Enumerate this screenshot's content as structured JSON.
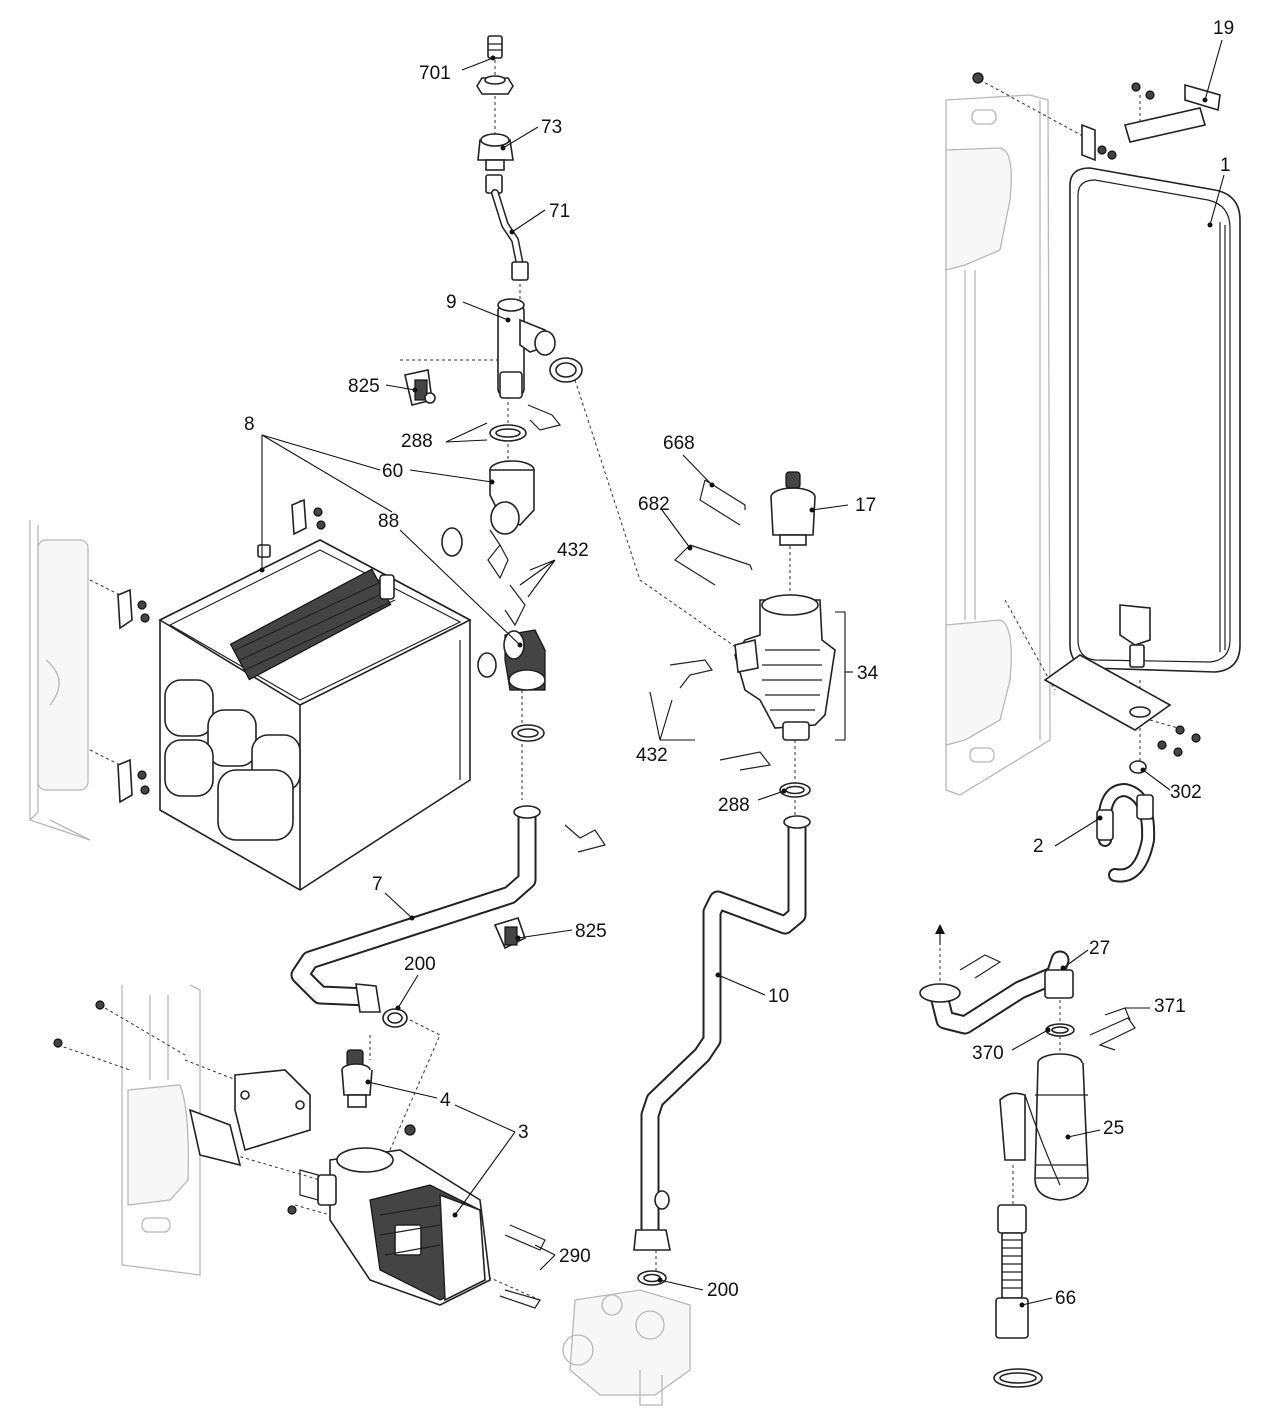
{
  "diagram": {
    "callouts": [
      {
        "id": "c-701",
        "text": "701"
      },
      {
        "id": "c-73",
        "text": "73"
      },
      {
        "id": "c-71",
        "text": "71"
      },
      {
        "id": "c-9",
        "text": "9"
      },
      {
        "id": "c-825a",
        "text": "825"
      },
      {
        "id": "c-288a",
        "text": "288"
      },
      {
        "id": "c-8",
        "text": "8"
      },
      {
        "id": "c-60",
        "text": "60"
      },
      {
        "id": "c-88",
        "text": "88"
      },
      {
        "id": "c-432a",
        "text": "432"
      },
      {
        "id": "c-668",
        "text": "668"
      },
      {
        "id": "c-682",
        "text": "682"
      },
      {
        "id": "c-17",
        "text": "17"
      },
      {
        "id": "c-34",
        "text": "34"
      },
      {
        "id": "c-432b",
        "text": "432"
      },
      {
        "id": "c-288b",
        "text": "288"
      },
      {
        "id": "c-19",
        "text": "19"
      },
      {
        "id": "c-1",
        "text": "1"
      },
      {
        "id": "c-302",
        "text": "302"
      },
      {
        "id": "c-2",
        "text": "2"
      },
      {
        "id": "c-7",
        "text": "7"
      },
      {
        "id": "c-825b",
        "text": "825"
      },
      {
        "id": "c-200a",
        "text": "200"
      },
      {
        "id": "c-10",
        "text": "10"
      },
      {
        "id": "c-4",
        "text": "4"
      },
      {
        "id": "c-3",
        "text": "3"
      },
      {
        "id": "c-290",
        "text": "290"
      },
      {
        "id": "c-200b",
        "text": "200"
      },
      {
        "id": "c-27",
        "text": "27"
      },
      {
        "id": "c-371",
        "text": "371"
      },
      {
        "id": "c-370",
        "text": "370"
      },
      {
        "id": "c-25",
        "text": "25"
      },
      {
        "id": "c-66",
        "text": "66"
      }
    ]
  }
}
